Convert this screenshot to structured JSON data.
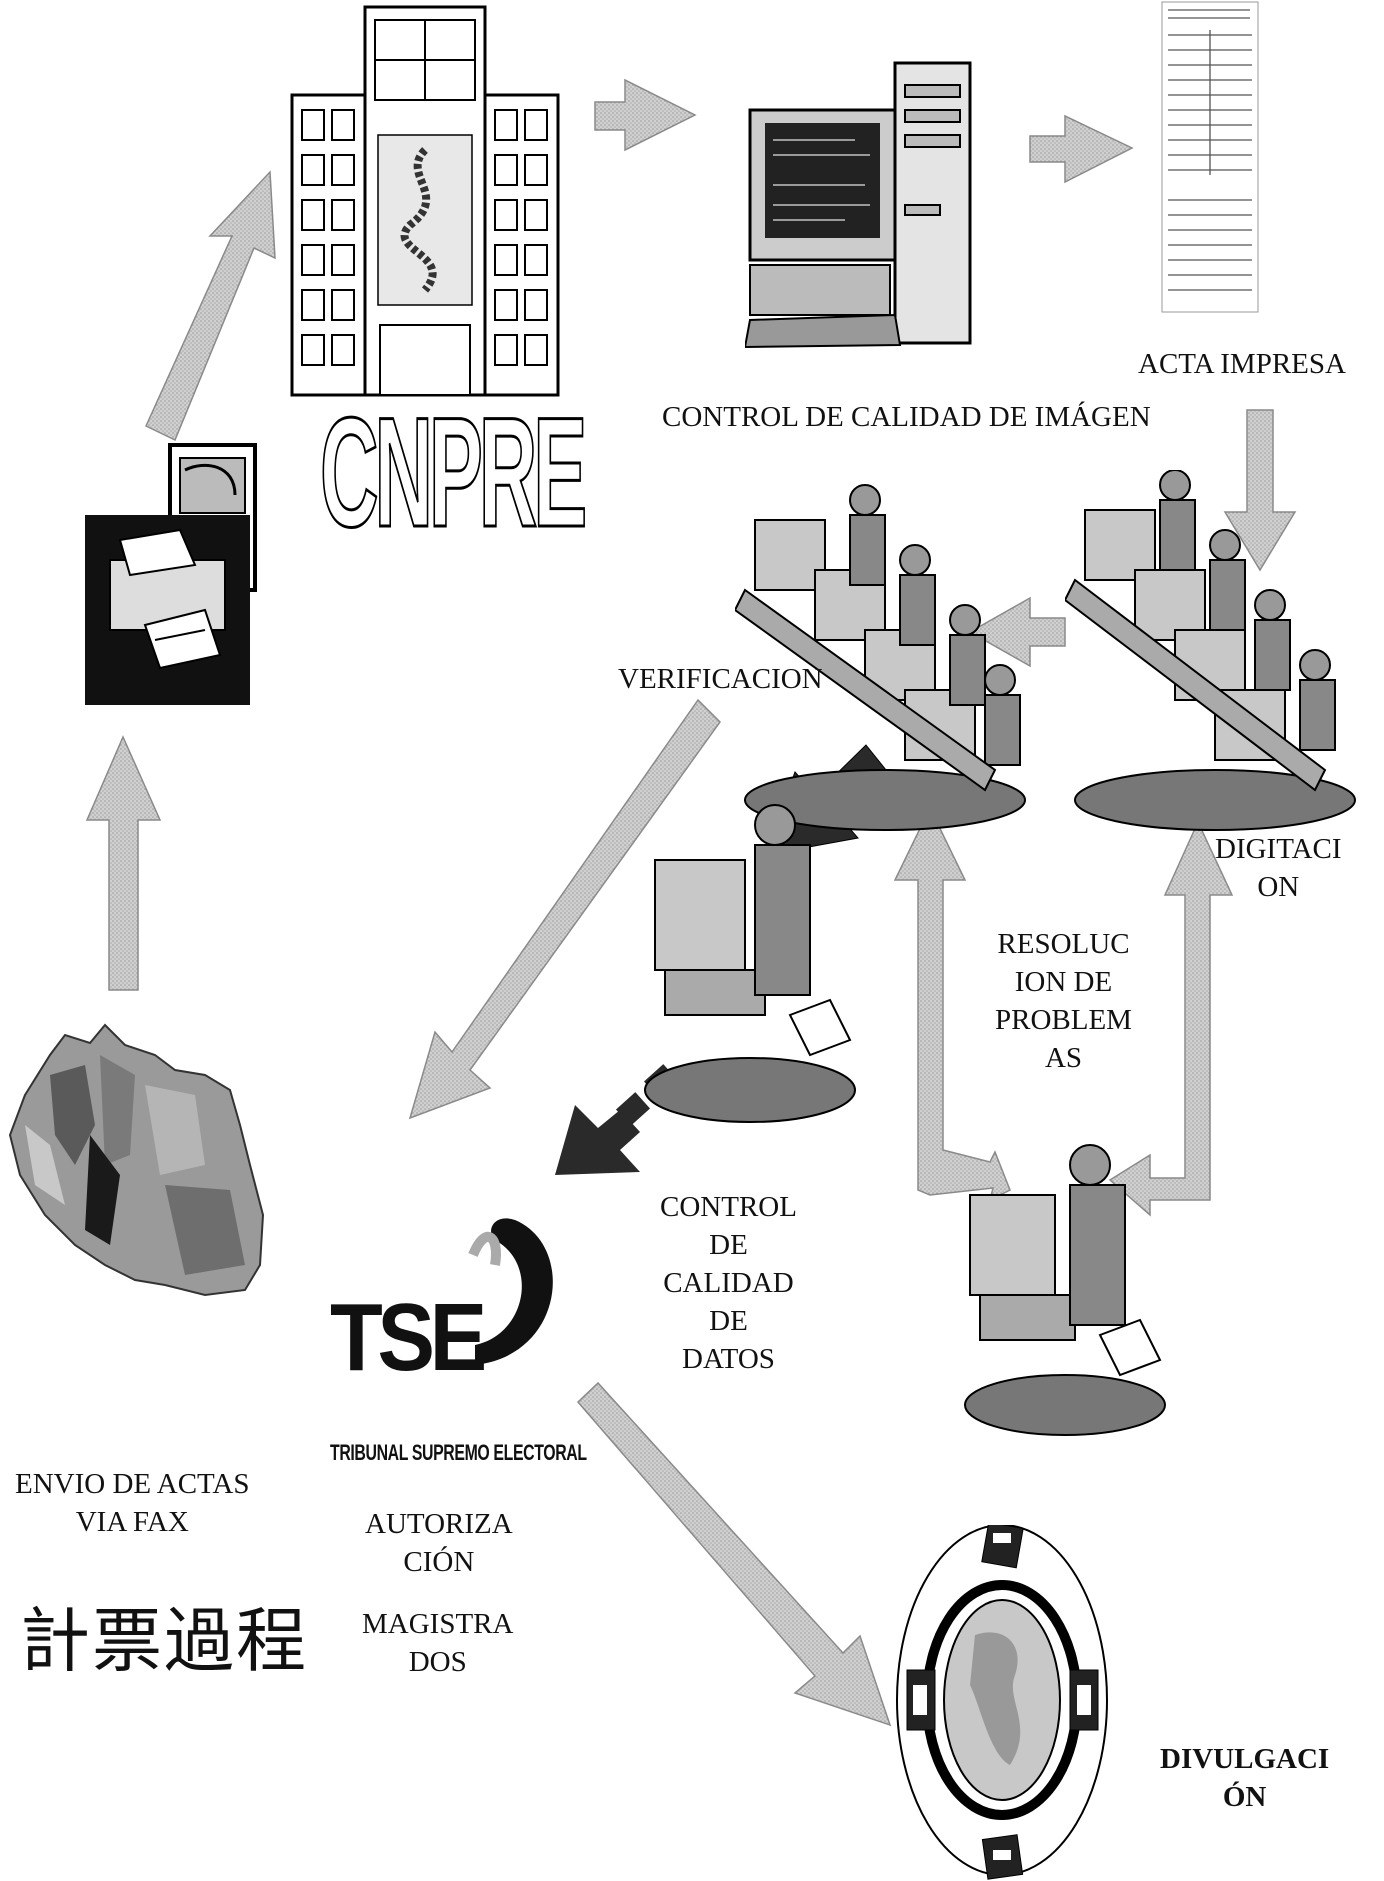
{
  "org_logo": "CNPRE",
  "labels": {
    "control_imagen": "CONTROL DE CALIDAD DE IMÁGEN",
    "acta_impresa": "ACTA IMPRESA",
    "verificacion": "VERIFICACION",
    "digitacion": [
      "DIGITACI",
      "ON"
    ],
    "resolucion": [
      "RESOLUC",
      "ION DE",
      "PROBLEM",
      "AS"
    ],
    "control_datos": [
      "CONTROL",
      "DE",
      "CALIDAD",
      "DE",
      "DATOS"
    ],
    "envio": [
      "ENVIO DE ACTAS",
      "VIA FAX"
    ],
    "chinese_title": "計票過程",
    "autorizacion": [
      "AUTORIZA",
      "CIÓN"
    ],
    "magistrados": [
      "MAGISTRA",
      "DOS"
    ],
    "divulgacion": [
      "DIVULGACI",
      "ÓN"
    ]
  },
  "tse_logo": {
    "letters": "TSE",
    "subtitle": "TRIBUNAL SUPREMO ELECTORAL"
  },
  "colors": {
    "arrow_fill": "#c4c4c4",
    "arrow_stroke": "#8a8a8a",
    "dark_arrow": "#2a2a2a",
    "ink": "#111111"
  }
}
